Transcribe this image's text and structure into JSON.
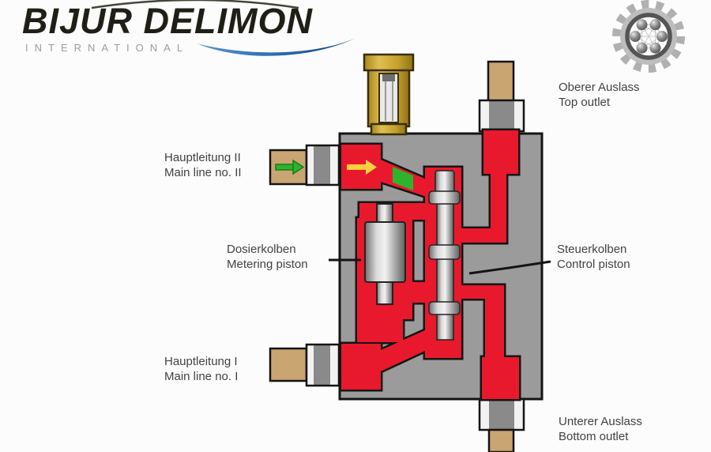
{
  "brand": {
    "name": "BIJUR DELIMON",
    "subtitle": "INTERNATIONAL"
  },
  "diagram_labels": {
    "top_outlet": {
      "de": "Oberer Auslass",
      "en": "Top outlet"
    },
    "main_line_ii": {
      "de": "Hauptleitung II",
      "en": "Main line no. II"
    },
    "metering_piston": {
      "de": "Dosierkolben",
      "en": "Metering piston"
    },
    "control_piston": {
      "de": "Steuerkolben",
      "en": "Control piston"
    },
    "main_line_i": {
      "de": "Hauptleitung I",
      "en": "Main line no. I"
    },
    "bottom_outlet": {
      "de": "Unterer Auslass",
      "en": "Bottom outlet"
    }
  },
  "colors": {
    "channel_red": "#e8192c",
    "block_gray": "#9b9b9b",
    "tube_tan": "#c9a572",
    "brass_gold": "#c8a32f",
    "arrow_yellow": "#ffcf3f",
    "arrow_green": "#2eb32e",
    "swoosh_blue": "#2a6db5"
  }
}
